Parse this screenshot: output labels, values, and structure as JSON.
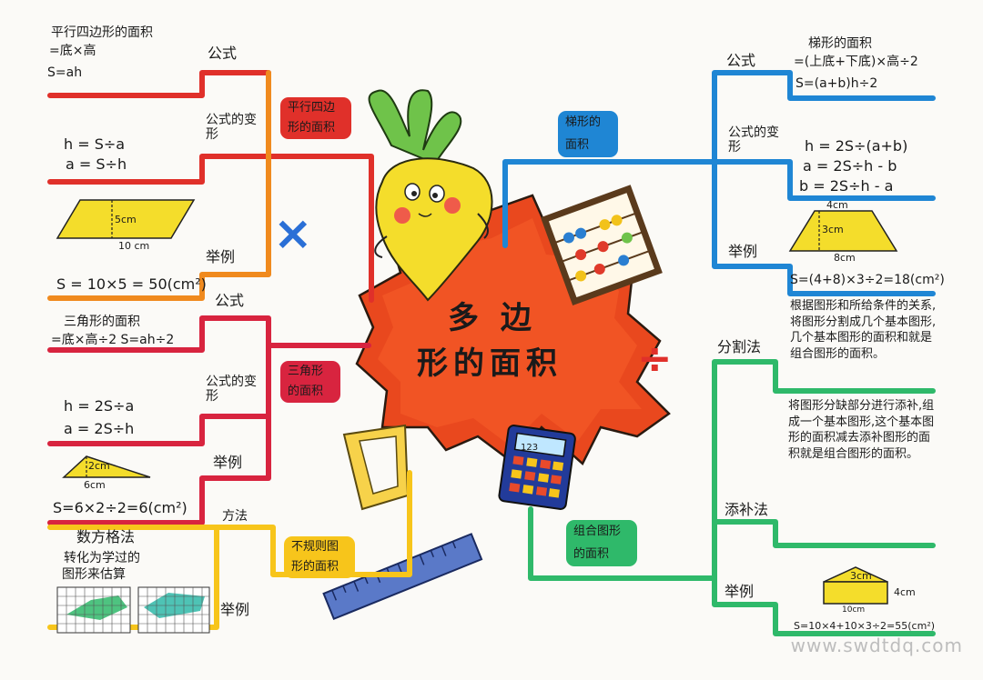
{
  "title": {
    "line1": "多 边",
    "line2": "形的面积"
  },
  "branches": {
    "parallelogram": {
      "pill": "平行四边形的面积",
      "formula_label": "公式",
      "formula_lines": [
        "平行四边形的面积",
        "=底×高",
        "S=ah"
      ],
      "transform_label": "公式的变形",
      "transform_lines": [
        "h = S÷a",
        "a = S÷h"
      ],
      "example_label": "举例",
      "example_dims": [
        "5cm",
        "10 cm"
      ],
      "example_formula": "S = 10×5 = 50(cm²)"
    },
    "triangle": {
      "pill": "三角形的面积",
      "formula_label": "公式",
      "formula_lines": [
        "三角形的面积",
        "=底×高÷2  S=ah÷2"
      ],
      "transform_label": "公式的变形",
      "transform_lines": [
        "h = 2S÷a",
        "a = 2S÷h"
      ],
      "example_label": "举例",
      "example_dims": [
        "2cm",
        "6cm"
      ],
      "example_formula": "S=6×2÷2=6(cm²)"
    },
    "irregular": {
      "pill": "不规则图形的面积",
      "method_label": "方法",
      "method_lines": [
        "数方格法",
        "转化为学过的",
        "图形来估算"
      ],
      "example_label": "举例"
    },
    "trapezoid": {
      "pill": "梯形的面积",
      "formula_label": "公式",
      "formula_lines": [
        "梯形的面积",
        "=(上底+下底)×高÷2",
        "S=(a+b)h÷2"
      ],
      "transform_label": "公式的变形",
      "transform_lines": [
        "h = 2S÷(a+b)",
        "a = 2S÷h - b",
        "b = 2S÷h - a"
      ],
      "example_label": "举例",
      "example_dims": [
        "4cm",
        "3cm",
        "8cm"
      ],
      "example_formula": "S=(4+8)×3÷2=18(cm²)"
    },
    "composite": {
      "pill": "组合图形的面积",
      "split_label": "分割法",
      "split_text": "根据图形和所给条件的关系,将图形分割成几个基本图形,几个基本图形的面积和就是组合图形的面积。",
      "fill_label": "添补法",
      "fill_text": "将图形分缺部分进行添补,组成一个基本图形,这个基本图形的面积减去添补图形的面积就是组合图形的面积。",
      "example_label": "举例",
      "example_dims": [
        "3cm",
        "4cm",
        "10cm"
      ],
      "example_formula": "S=10×4+10×3÷2=55(cm²)"
    }
  },
  "symbols": {
    "times": "×",
    "divide": "÷"
  },
  "calculator_display": "123",
  "watermark": "www.swdtdq.com",
  "colors": {
    "red": "#e0302a",
    "orange": "#f08a1e",
    "crimson": "#d8243f",
    "yellow": "#f7c51b",
    "blue": "#1f86d4",
    "green": "#2fb96a",
    "splash": "#e9481e"
  }
}
